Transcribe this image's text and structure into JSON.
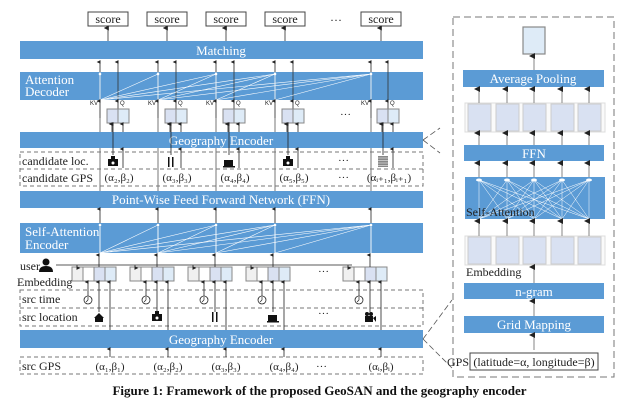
{
  "colors": {
    "block_blue": "#5b9bd5",
    "embed_fill_dark": "#d9e1f2",
    "embed_fill_light": "#deebf7",
    "embed_fill_grey": "#f0f0f0",
    "arrow": "#222222",
    "dashed": "#777777"
  },
  "main": {
    "scores": [
      "score",
      "score",
      "score",
      "score",
      "score"
    ],
    "score_ellipsis": "···",
    "matching_label": "Matching",
    "attention_decoder_label_1": "Attention",
    "attention_decoder_label_2": "Decoder",
    "kv_label": "KV",
    "q_label": "Q",
    "decoder_ellipsis": "···",
    "geo_encoder_top_label": "Geography Encoder",
    "candidate_loc_label": "candidate loc.",
    "candidate_gps_label": "candidate GPS",
    "candidate_locations": [
      "camera-shop-icon",
      "restaurant-icon",
      "coffee-icon",
      "camera-shop-icon",
      "building-icon"
    ],
    "candidate_gps": [
      "(α₂,β₂)",
      "(α₃,β₃)",
      "(α₄,β₄)",
      "(α₅,β₅)",
      "(αᵢ₊₁,βᵢ₊₁)"
    ],
    "candidate_ellipsis": "···",
    "ffn_label": "Point-Wise Feed Forward Network (FFN)",
    "self_attention_label_1": "Self-Attention",
    "self_attention_label_2": "Encoder",
    "user_label": "user",
    "embedding_label": "Embedding",
    "embedding_ellipsis": "···",
    "src_time_label": "src time",
    "src_location_label": "src location",
    "src_locations": [
      "home-icon",
      "camera-shop-icon",
      "restaurant-icon",
      "coffee-icon",
      "movie-camera-icon"
    ],
    "src_location_ellipsis": "···",
    "geo_encoder_bottom_label": "Geography Encoder",
    "src_gps_label": "src GPS",
    "src_gps": [
      "(α₁,β₁)",
      "(α₂,β₂)",
      "(α₃,β₃)",
      "(α₄,β₄)",
      "(αᵢ,βᵢ)"
    ],
    "src_gps_ellipsis": "···"
  },
  "geo_encoder_panel": {
    "average_pooling_label": "Average Pooling",
    "ffn_label": "FFN",
    "self_attention_label": "Self-Attention",
    "embedding_label": "Embedding",
    "ngram_label": "n-gram",
    "grid_mapping_label": "Grid Mapping",
    "gps_label": "GPS",
    "gps_input": "(latitude=α, longitude=β)"
  },
  "caption": "Figure 1: Framework of the proposed GeoSAN and the geography encoder"
}
